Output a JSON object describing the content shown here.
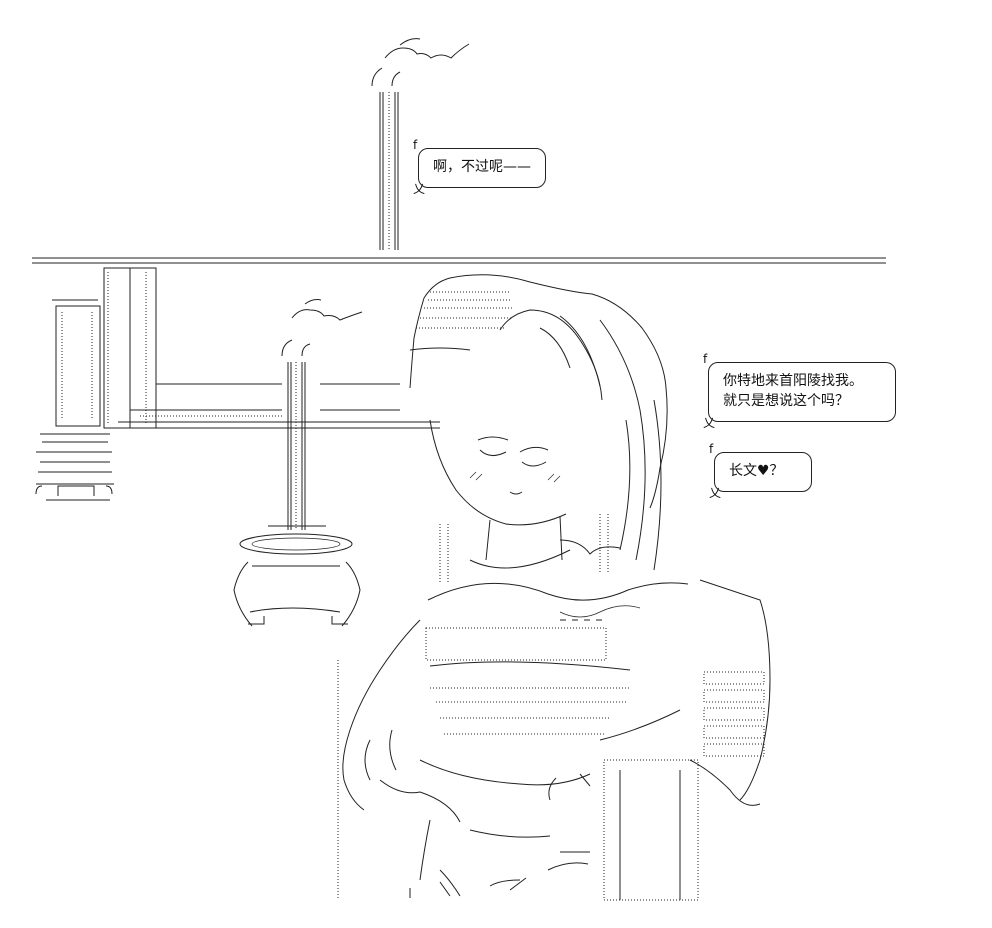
{
  "bubbles": {
    "top": {
      "text": "啊，不过呢——"
    },
    "right1": {
      "line1": "你特地来首阳陵找我。",
      "line2": "就只是想说这个吗？"
    },
    "right2": {
      "text": "长文♥？"
    }
  },
  "colors": {
    "ink": "#222222",
    "background": "#ffffff"
  }
}
